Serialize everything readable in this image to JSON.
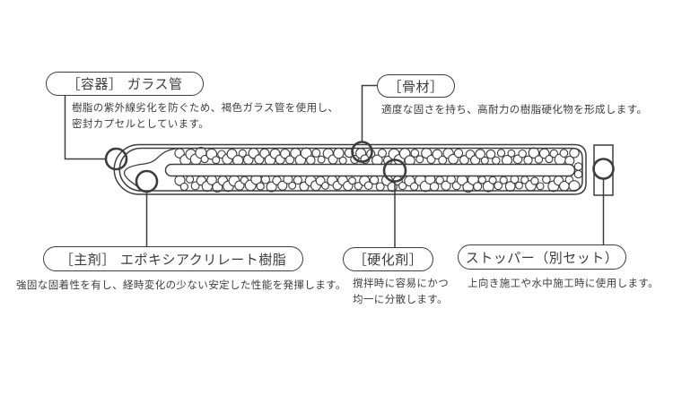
{
  "callouts": {
    "container": {
      "label": "［容器］ ガラス管",
      "line1": "樹脂の紫外線劣化を防ぐため、褐色ガラス管を使用し、",
      "line2": "密封カプセルとしています。"
    },
    "aggregate": {
      "label": "［骨材］",
      "line1": "適度な固さを持ち、高耐力の樹脂硬化物を形成します。"
    },
    "main_agent": {
      "label": "［主剤］ エポキシアクリレート樹脂",
      "line1": "強固な固着性を有し、経時変化の少ない安定した性能を発揮します。"
    },
    "hardener": {
      "label": "［硬化剤］",
      "line1": "撹拌時に容易にかつ",
      "line2": "均一に分散します。"
    },
    "stopper": {
      "label": "ストッパー（別セット）",
      "line1": "上向き施工や水中施工時に使用します。"
    }
  },
  "colors": {
    "background": "#ffffff",
    "line": "#3d3d3d",
    "text": "#3d3d3d"
  }
}
